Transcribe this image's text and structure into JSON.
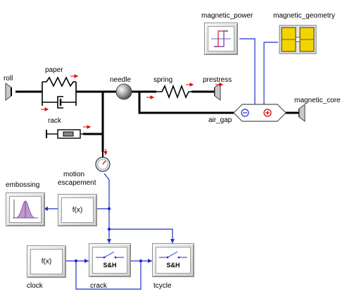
{
  "labels": {
    "roll": "roll",
    "paper": "paper",
    "rack": "rack",
    "needle": "needle",
    "spring": "spring",
    "prestress": "prestress",
    "magnetic_power": "magnetic_power",
    "magnetic_geometry": "magnetic_geometry",
    "magnetic_core": "magnetic_core",
    "air_gap": "air_gap",
    "motion_escapement_line1": "motion",
    "motion_escapement_line2": "escapement",
    "embossing": "embossing",
    "clock": "clock",
    "crack": "crack",
    "tcycle": "tcycle"
  },
  "blocks": {
    "fx_escapement": "f(x)",
    "fx_clock": "f(x)",
    "sh_crack": "S&H",
    "sh_tcycle": "S&H"
  },
  "colors": {
    "mech_line": "#000000",
    "signal_line": "#1f2fd0",
    "port_arrow": "#e00000",
    "magnet_yellow": "#f2d400"
  }
}
